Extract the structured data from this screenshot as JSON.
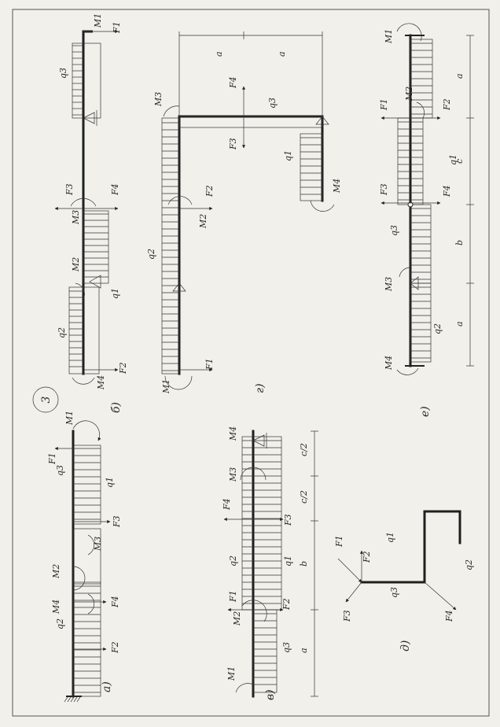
{
  "figure_number": "3",
  "colors": {
    "ink": "#2a2a2a",
    "paper": "#f1f0ea"
  },
  "panels": {
    "a": {
      "caption": "а)",
      "labels": {
        "q3": "q3",
        "q1": "q1",
        "q2": "q2",
        "F1": "F1",
        "F2": "F2",
        "F3": "F3",
        "F4": "F4",
        "M1": "M1",
        "M2": "M2",
        "M3": "M3",
        "M4": "M4"
      }
    },
    "b": {
      "caption": "б)",
      "labels": {
        "q3": "q3",
        "q1": "q1",
        "q2": "q2",
        "F1": "F1",
        "F2": "F2",
        "F3": "F3",
        "F4": "F4",
        "M1": "M1",
        "M2": "M2",
        "M3": "M3",
        "M4": "M4"
      }
    },
    "v": {
      "caption": "в)",
      "labels": {
        "q3": "q3",
        "q1": "q1",
        "q2": "q2",
        "F1": "F1",
        "F2": "F2",
        "F3": "F3",
        "F4": "F4",
        "M1": "M1",
        "M2": "M2",
        "M3": "M3",
        "M4": "M4"
      },
      "dims": [
        "a",
        "b",
        "c/2",
        "c/2"
      ]
    },
    "g": {
      "caption": "г)",
      "labels": {
        "q3": "q3",
        "q1": "q1",
        "q2": "q2",
        "F1": "F1",
        "F2": "F2",
        "F3": "F3",
        "F4": "F4",
        "M2": "M2",
        "M3": "M3",
        "M4": "M4",
        "M1": "M1"
      },
      "dims": [
        "a",
        "a"
      ]
    },
    "d": {
      "caption": "д)",
      "labels": {
        "F1": "F1",
        "F2": "F2",
        "F3": "F3",
        "F4": "F4",
        "q1": "q1",
        "q2": "q2",
        "q3": "q3"
      }
    },
    "e": {
      "caption": "е)",
      "labels": {
        "M1": "M1",
        "M2": "M2",
        "M3": "M3",
        "M4": "M4",
        "F1": "F1",
        "F2": "F2",
        "F3": "F3",
        "F4": "F4",
        "q1": "q1",
        "q2": "q2",
        "q3": "q3"
      },
      "dims": [
        "a",
        "c",
        "b",
        "a"
      ]
    }
  }
}
